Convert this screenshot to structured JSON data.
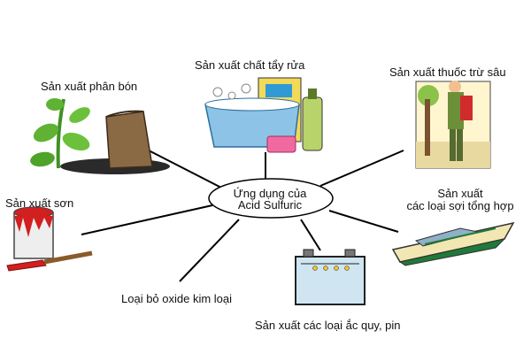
{
  "center": {
    "line1": "Ứng dụng của",
    "line2": "Acid Sulfuric"
  },
  "applications": {
    "fertilizer": "Sản xuất phân bón",
    "detergent": "Sản xuất chất tẩy rửa",
    "pesticide": "Sản xuất thuốc trừ sâu",
    "paint": "Sản xuất sơn",
    "fiber_line1": "Sản xuất",
    "fiber_line2": "các loại sợi tổng hợp",
    "oxide_removal": "Loại bỏ oxide kim loại",
    "battery": "Sản xuất các loại ắc quy, pin"
  },
  "colors": {
    "hub_fill": "#ffffff",
    "hub_stroke": "#000000",
    "spoke": "#000000",
    "basin": "#8cc3e6",
    "leaf_green": "#5fb233",
    "sack_brown": "#8a6a45",
    "paint_red": "#d21f1f",
    "battery_body": "#cfe6f2",
    "boat_yellow": "#f2e6b3",
    "boat_green": "#1f7a3a"
  },
  "icons": [
    "plant-icon",
    "soil-sack-icon",
    "detergent-basin-icon",
    "pesticide-sprayer-icon",
    "paint-can-icon",
    "battery-icon",
    "speedboat-icon"
  ]
}
